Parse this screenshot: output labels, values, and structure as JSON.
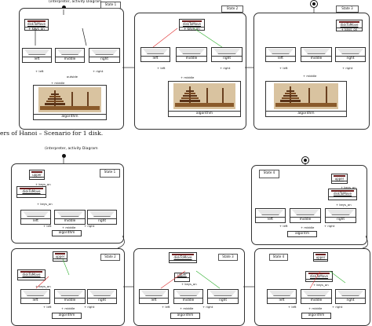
{
  "header_title": "(interpreter, activity Diagram",
  "caption": "ers of Hanoi – Scenario for 1 disk.",
  "bottom_title": "(interpreter, activity Diagram",
  "states": [
    "State 1",
    "State 2",
    "State 3",
    "State 1",
    "State 2",
    "State 3",
    "State 4"
  ],
  "labels": {
    "disk_to_move": "diskToMove",
    "keys_on": "+ keys_on",
    "upper": "upper",
    "left": "left",
    "middle": "middle",
    "right": "right",
    "outside": "outside",
    "plus_left": "+ left",
    "plus_middle": "+ middle",
    "plus_right": "+ right",
    "algorithm": "algorithm",
    "algorithm_short": "algoritm"
  },
  "colors": {
    "disk": "#6b1a1a",
    "red_link": "#e03030",
    "green_link": "#30b030"
  }
}
